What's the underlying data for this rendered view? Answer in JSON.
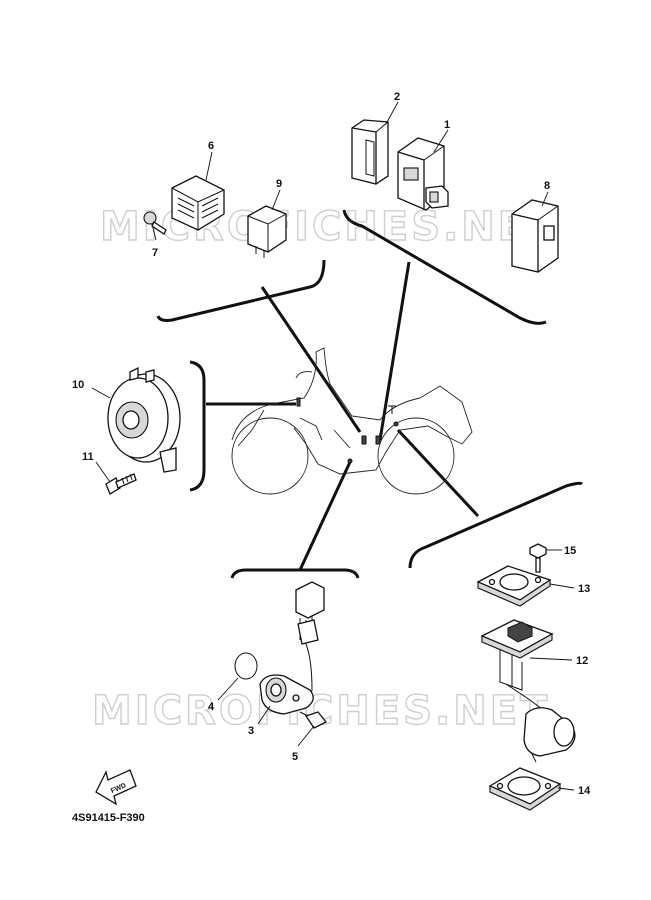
{
  "watermarks": [
    "MICROFICHES.NET",
    "MICROFICHES.NET"
  ],
  "diagram_code": "4S91415-F390",
  "fwd_label": "FWD",
  "callouts": [
    "1",
    "2",
    "3",
    "4",
    "5",
    "6",
    "7",
    "8",
    "9",
    "10",
    "11",
    "12",
    "13",
    "14",
    "15"
  ]
}
